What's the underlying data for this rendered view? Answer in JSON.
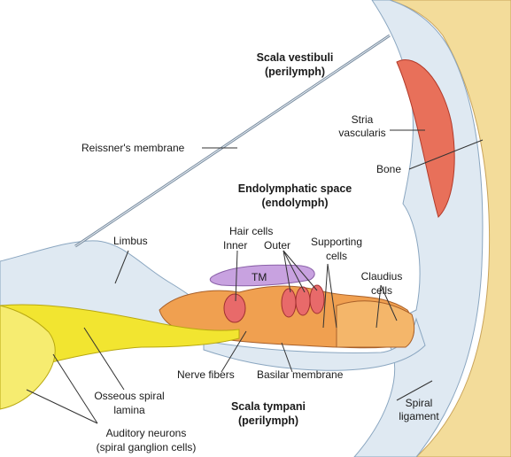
{
  "labels": {
    "scala_vestibuli": "Scala vestibuli",
    "perilymph_top": "(perilymph)",
    "reissner": "Reissner's membrane",
    "stria_1": "Stria",
    "stria_2": "vascularis",
    "bone": "Bone",
    "endolymph_1": "Endolymphatic space",
    "endolymph_2": "(endolymph)",
    "limbus": "Limbus",
    "hair_cells": "Hair cells",
    "inner": "Inner",
    "outer": "Outer",
    "supporting_1": "Supporting",
    "supporting_2": "cells",
    "claudius_1": "Claudius",
    "claudius_2": "cells",
    "tm": "TM",
    "nerve_fibers": "Nerve fibers",
    "basilar": "Basilar membrane",
    "osseous_1": "Osseous spiral",
    "osseous_2": "lamina",
    "scala_tympani": "Scala tympani",
    "perilymph_bottom": "(perilymph)",
    "spiral_lig_1": "Spiral",
    "spiral_lig_2": "ligament",
    "auditory_1": "Auditory neurons",
    "auditory_2": "(spiral ganglion cells)"
  },
  "colors": {
    "bone": "#f3dc9a",
    "bone_dots": "#d9a84f",
    "tissue": "#dfe9f2",
    "stria": "#e8705a",
    "organ": "#f0a050",
    "tectorial": "#c8a2e0",
    "nerve": "#f2e530",
    "line": "#333333"
  }
}
